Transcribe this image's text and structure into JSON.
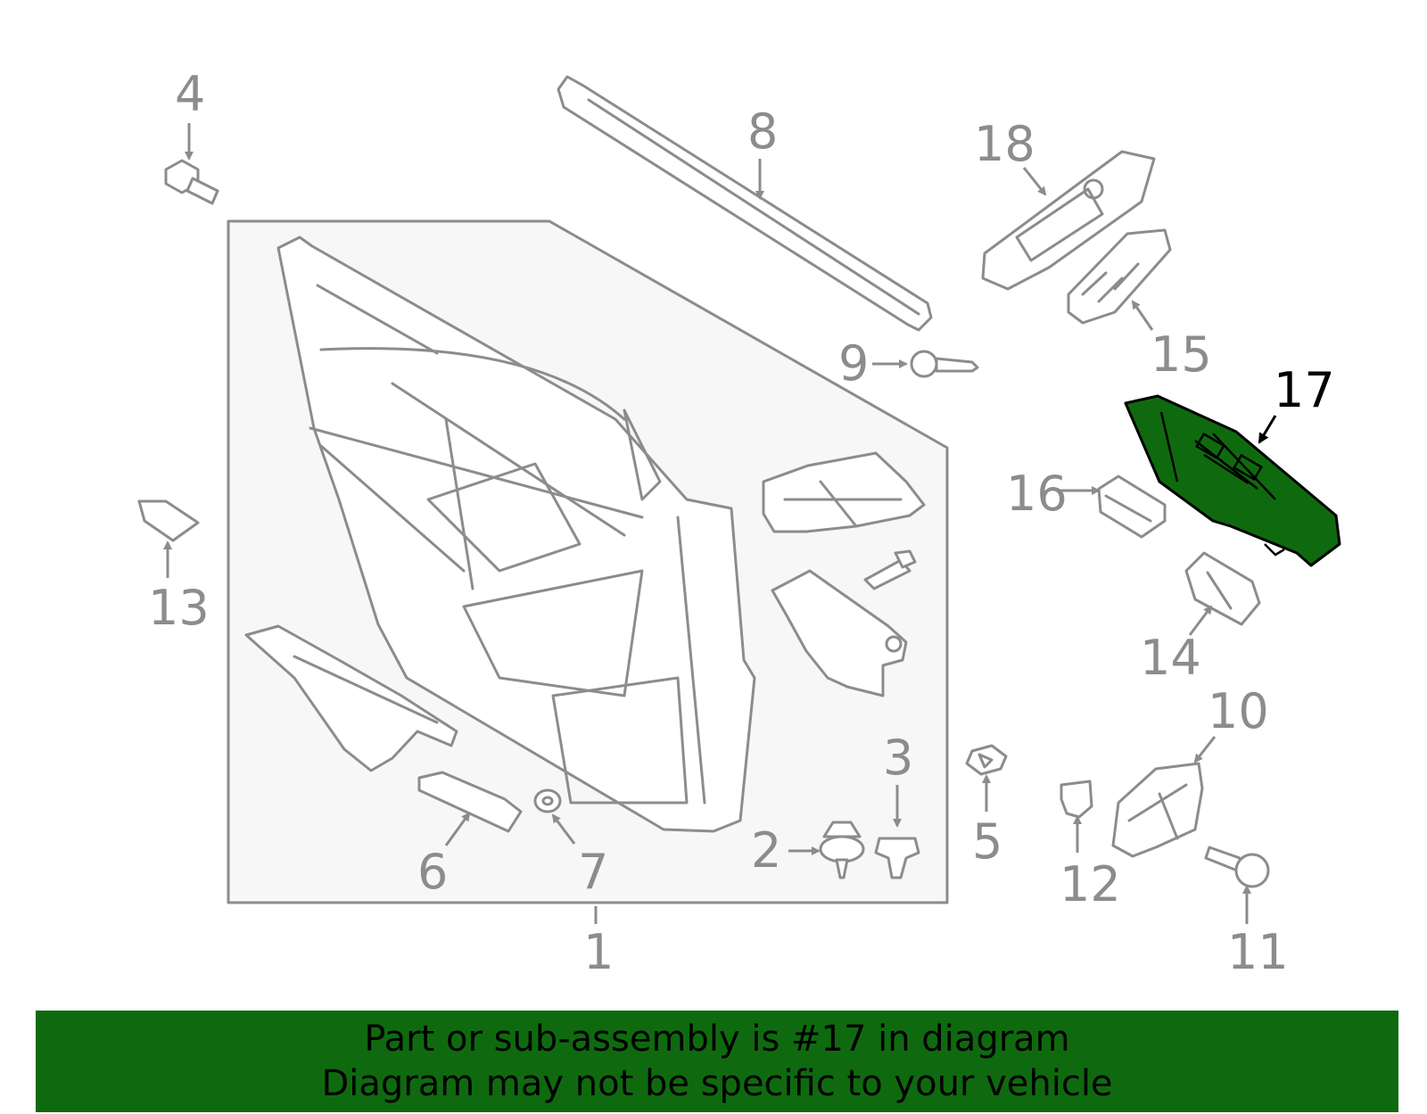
{
  "callouts": {
    "c1": "1",
    "c2": "2",
    "c3": "3",
    "c4": "4",
    "c5": "5",
    "c6": "6",
    "c7": "7",
    "c8": "8",
    "c9": "9",
    "c10": "10",
    "c11": "11",
    "c12": "12",
    "c13": "13",
    "c14": "14",
    "c15": "15",
    "c16": "16",
    "c17": "17",
    "c18": "18"
  },
  "highlight": {
    "part_number": "17",
    "color": "#0f6a0f",
    "label_color": "#000000"
  },
  "banner": {
    "line1": "Part or sub-assembly is #17 in diagram",
    "line2": "Diagram may not be specific to your vehicle",
    "background": "#0f6a0f"
  },
  "colors": {
    "line_art": "#8c8c8c",
    "panel_fill": "#f7f7f7"
  }
}
